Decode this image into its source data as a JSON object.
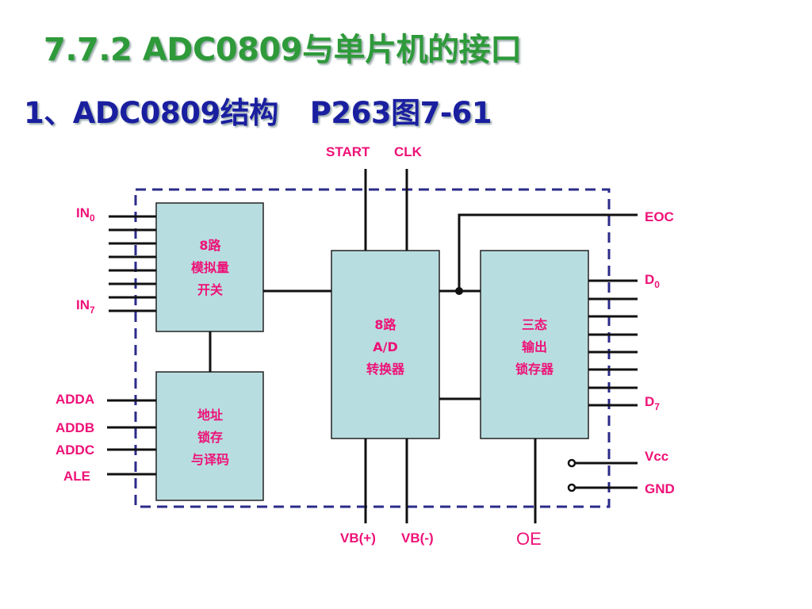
{
  "header": {
    "title": "7.7.2 ADC0809与单片机的接口",
    "subtitle_left": "1、ADC0809结构",
    "subtitle_right": "P263图7-61"
  },
  "diagram": {
    "top_pins": [
      "START",
      "CLK"
    ],
    "left_pins": {
      "in_first": "IN",
      "in_first_sub": "0",
      "in_last": "IN",
      "in_last_sub": "7",
      "addr": [
        "ADDA",
        "ADDB",
        "ADDC",
        "ALE"
      ]
    },
    "right_pins": {
      "eoc": "EOC",
      "d_first": "D",
      "d_first_sub": "0",
      "d_last": "D",
      "d_last_sub": "7",
      "vcc": "Vcc",
      "gnd": "GND"
    },
    "bottom_pins": [
      "VB(+)",
      "VB(-)",
      "OE"
    ],
    "blocks": {
      "switch": [
        "8路",
        "模拟量",
        "开关"
      ],
      "latch_decoder": [
        "地址",
        "锁存",
        "与译码"
      ],
      "adc": [
        "8路",
        "A/D",
        "转换器"
      ],
      "output": [
        "三态",
        "输出",
        "锁存器"
      ]
    },
    "colors": {
      "label": "#ee1177",
      "block_fill": "#b8dde0",
      "dashed_border": "#2b2b8a",
      "title": "#2e9a3a",
      "subtitle": "#1a1fa0"
    }
  }
}
